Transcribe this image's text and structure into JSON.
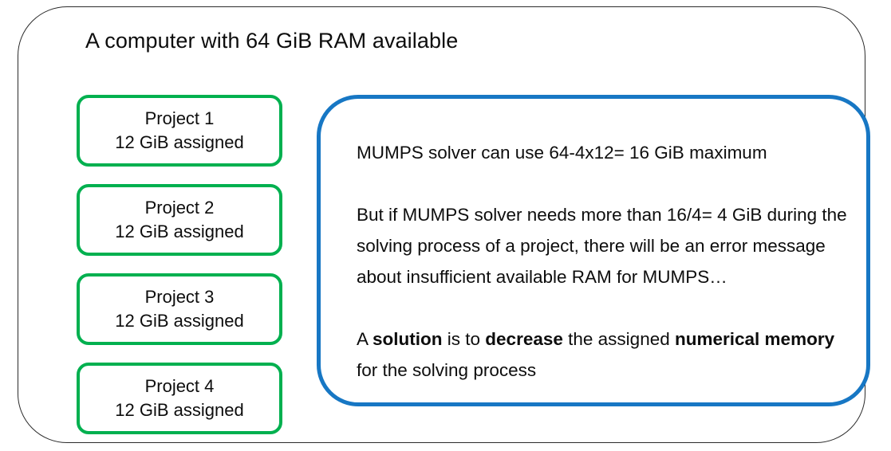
{
  "computer": {
    "title": "A computer with 64 GiB RAM available",
    "border_color": "#2b2b2b"
  },
  "projects": {
    "accent_color": "#00B04F",
    "items": [
      {
        "name": "Project 1",
        "memory": "12 GiB assigned"
      },
      {
        "name": "Project 2",
        "memory": "12 GiB assigned"
      },
      {
        "name": "Project 3",
        "memory": "12 GiB assigned"
      },
      {
        "name": "Project 4",
        "memory": "12 GiB assigned"
      }
    ]
  },
  "explanation": {
    "accent_color": "#1777C4",
    "paragraph_1": "MUMPS solver can use 64-4x12= 16 GiB maximum",
    "paragraph_2": "But if MUMPS solver needs more than 16/4= 4 GiB during the solving process of a project, there will be an error message about insufficient available RAM for MUMPS…",
    "paragraph_3": {
      "t1": "A ",
      "b1": "solution",
      "t2": " is to ",
      "b2": "decrease",
      "t3": " the assigned ",
      "b3": "numerical memory",
      "t4": " for the solving process"
    }
  }
}
